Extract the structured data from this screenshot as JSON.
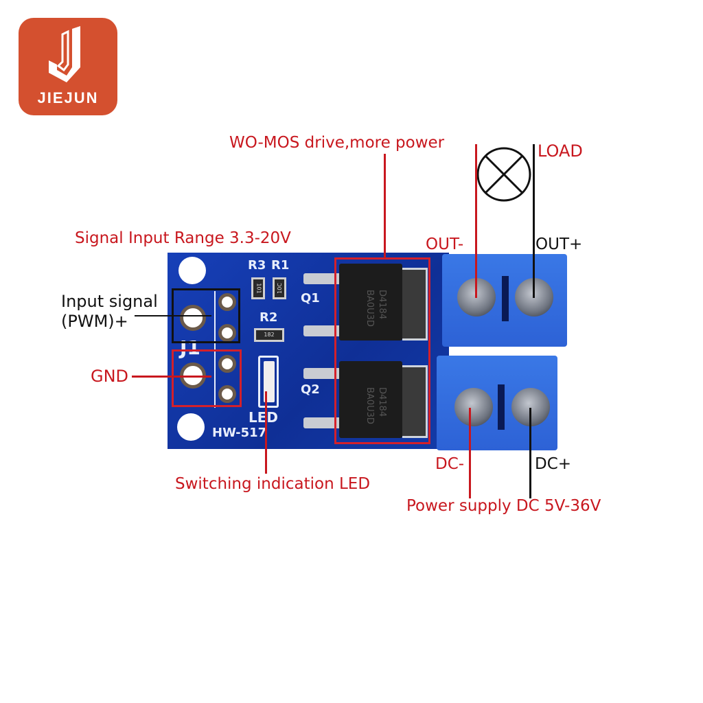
{
  "brand": {
    "name": "JIEJUN",
    "logo_letter": "J",
    "color": "#d4502f"
  },
  "board": {
    "model": "HW-517",
    "connector": "J1",
    "resistors": [
      {
        "ref": "R3",
        "code": "101"
      },
      {
        "ref": "R1",
        "code": "10C"
      },
      {
        "ref": "R2",
        "code": "182"
      }
    ],
    "mosfets": [
      {
        "ref": "Q1",
        "marking_line1": "D4184",
        "marking_line2": "BA0U3D"
      },
      {
        "ref": "Q2",
        "marking_line1": "D4184",
        "marking_line2": "BA0U3D"
      }
    ],
    "led_label": "LED",
    "pcb_color": "#1740b8",
    "terminal_color": "#3a78e6"
  },
  "annotations": {
    "mos_drive": "WO-MOS drive,more power",
    "signal_range": "Signal Input Range 3.3-20V",
    "input_signal_line1": "Input signal",
    "input_signal_line2": "(PWM)+",
    "gnd": "GND",
    "load": "LOAD",
    "out_minus": "OUT-",
    "out_plus": "OUT+",
    "dc_minus": "DC-",
    "dc_plus": "DC+",
    "switching_led": "Switching indication LED",
    "power_supply": "Power supply DC 5V-36V"
  },
  "colors": {
    "annotation_red": "#c8171e",
    "annotation_black": "#111111"
  }
}
